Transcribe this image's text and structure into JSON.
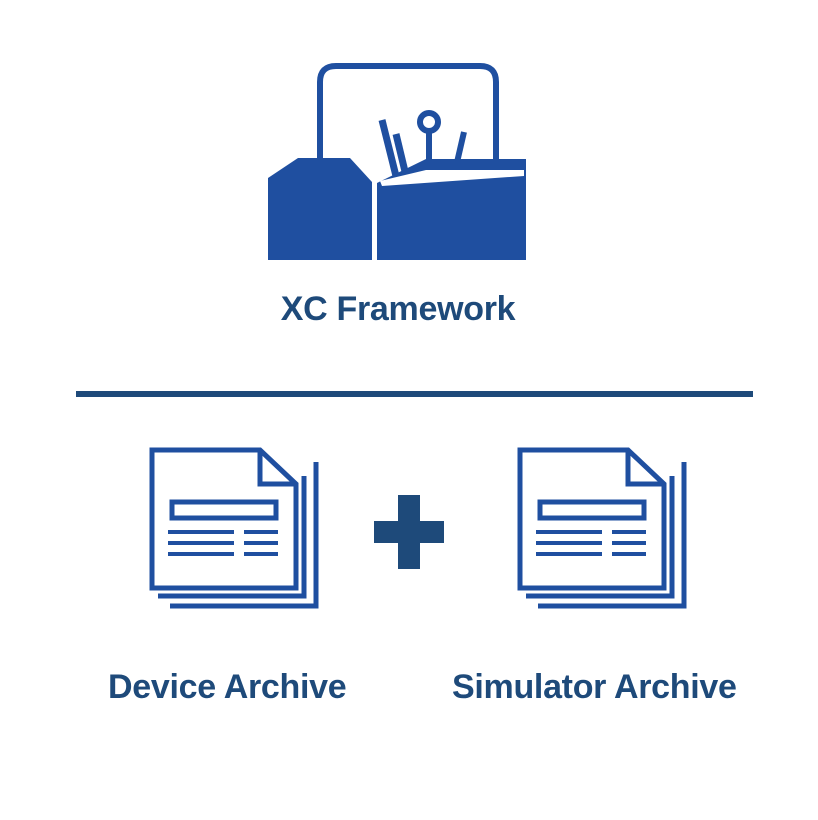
{
  "framework": {
    "label": "XC Framework",
    "icon": "toolbox-icon"
  },
  "device_archive": {
    "label": "Device Archive",
    "icon": "document-stack-icon"
  },
  "simulator_archive": {
    "label": "Simulator Archive",
    "icon": "document-stack-icon"
  },
  "operator": {
    "icon": "plus-icon"
  },
  "colors": {
    "icon_blue": "#1f4fa0",
    "text_blue": "#1e4a7a",
    "divider": "#1e4a7a",
    "background": "#ffffff"
  }
}
